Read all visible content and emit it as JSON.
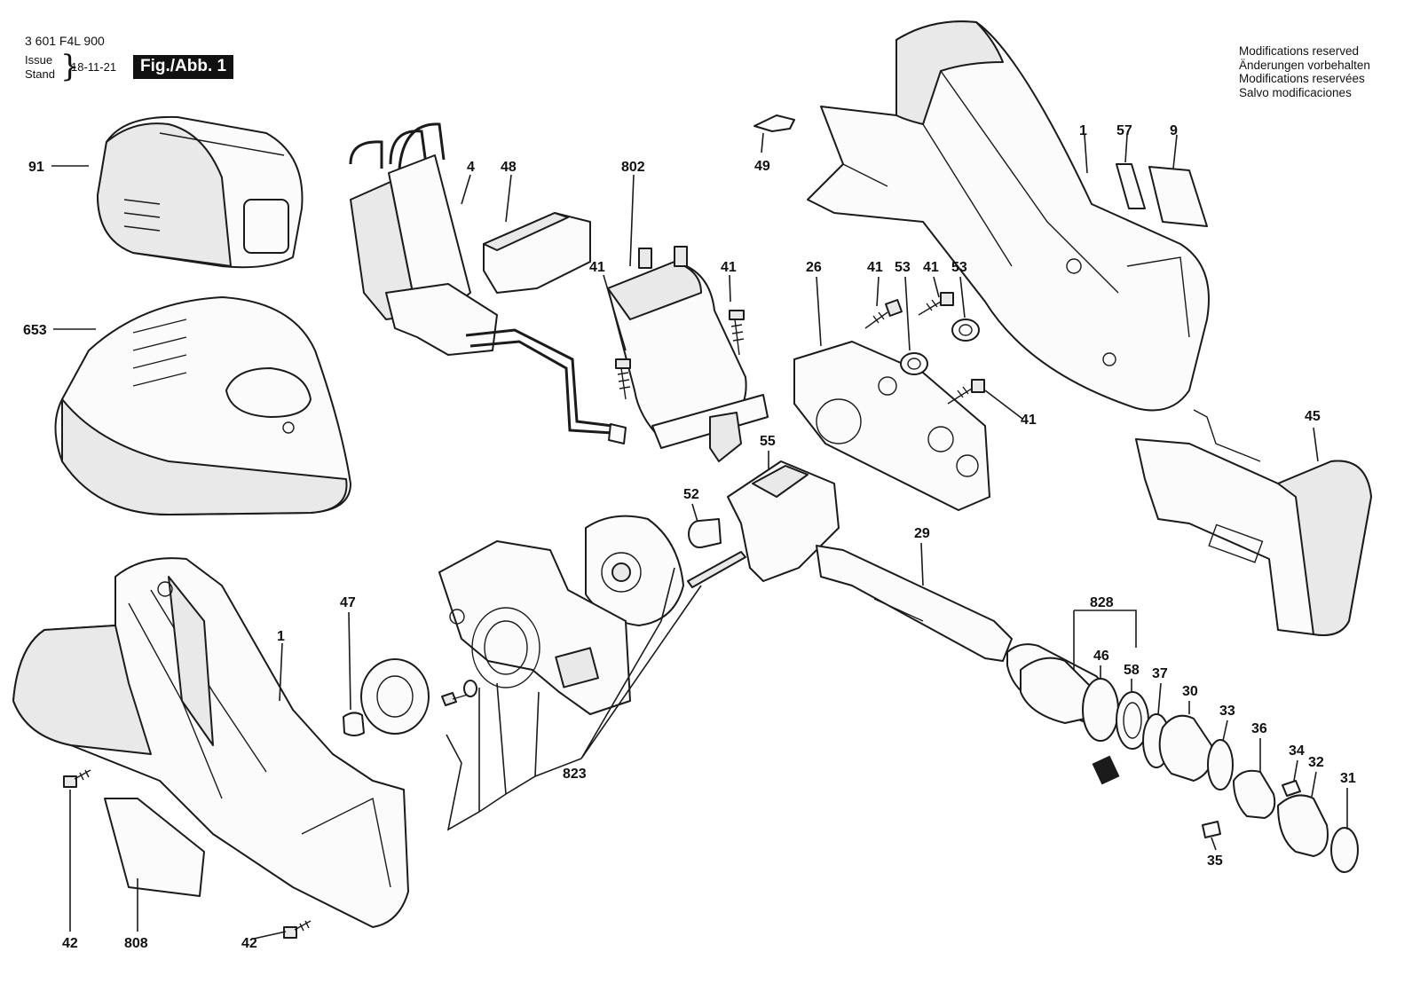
{
  "header": {
    "doc_number": "3 601 F4L 900",
    "issue_label": "Issue",
    "stand_label": "Stand",
    "issue_date": "18-11-21",
    "figure_label": "Fig./Abb. 1"
  },
  "notes": [
    "Modifications reserved",
    "Änderungen vorbehalten",
    "Modifications reservées",
    "Salvo modificaciones"
  ],
  "parts": {
    "p91": "91",
    "p653": "653",
    "p4": "4",
    "p48": "48",
    "p802": "802",
    "p41a": "41",
    "p41b": "41",
    "p41c": "41",
    "p41d": "41",
    "p41e": "41",
    "p49": "49",
    "p1a": "1",
    "p57": "57",
    "p9": "9",
    "p26": "26",
    "p53a": "53",
    "p53b": "53",
    "p45": "45",
    "p55": "55",
    "p52": "52",
    "p29": "29",
    "p47": "47",
    "p1b": "1",
    "p828": "828",
    "p46": "46",
    "p58": "58",
    "p37": "37",
    "p30": "30",
    "p33": "33",
    "p36": "36",
    "p34": "34",
    "p32": "32",
    "p31": "31",
    "p35": "35",
    "p823": "823",
    "p42a": "42",
    "p808": "808",
    "p42b": "42"
  }
}
